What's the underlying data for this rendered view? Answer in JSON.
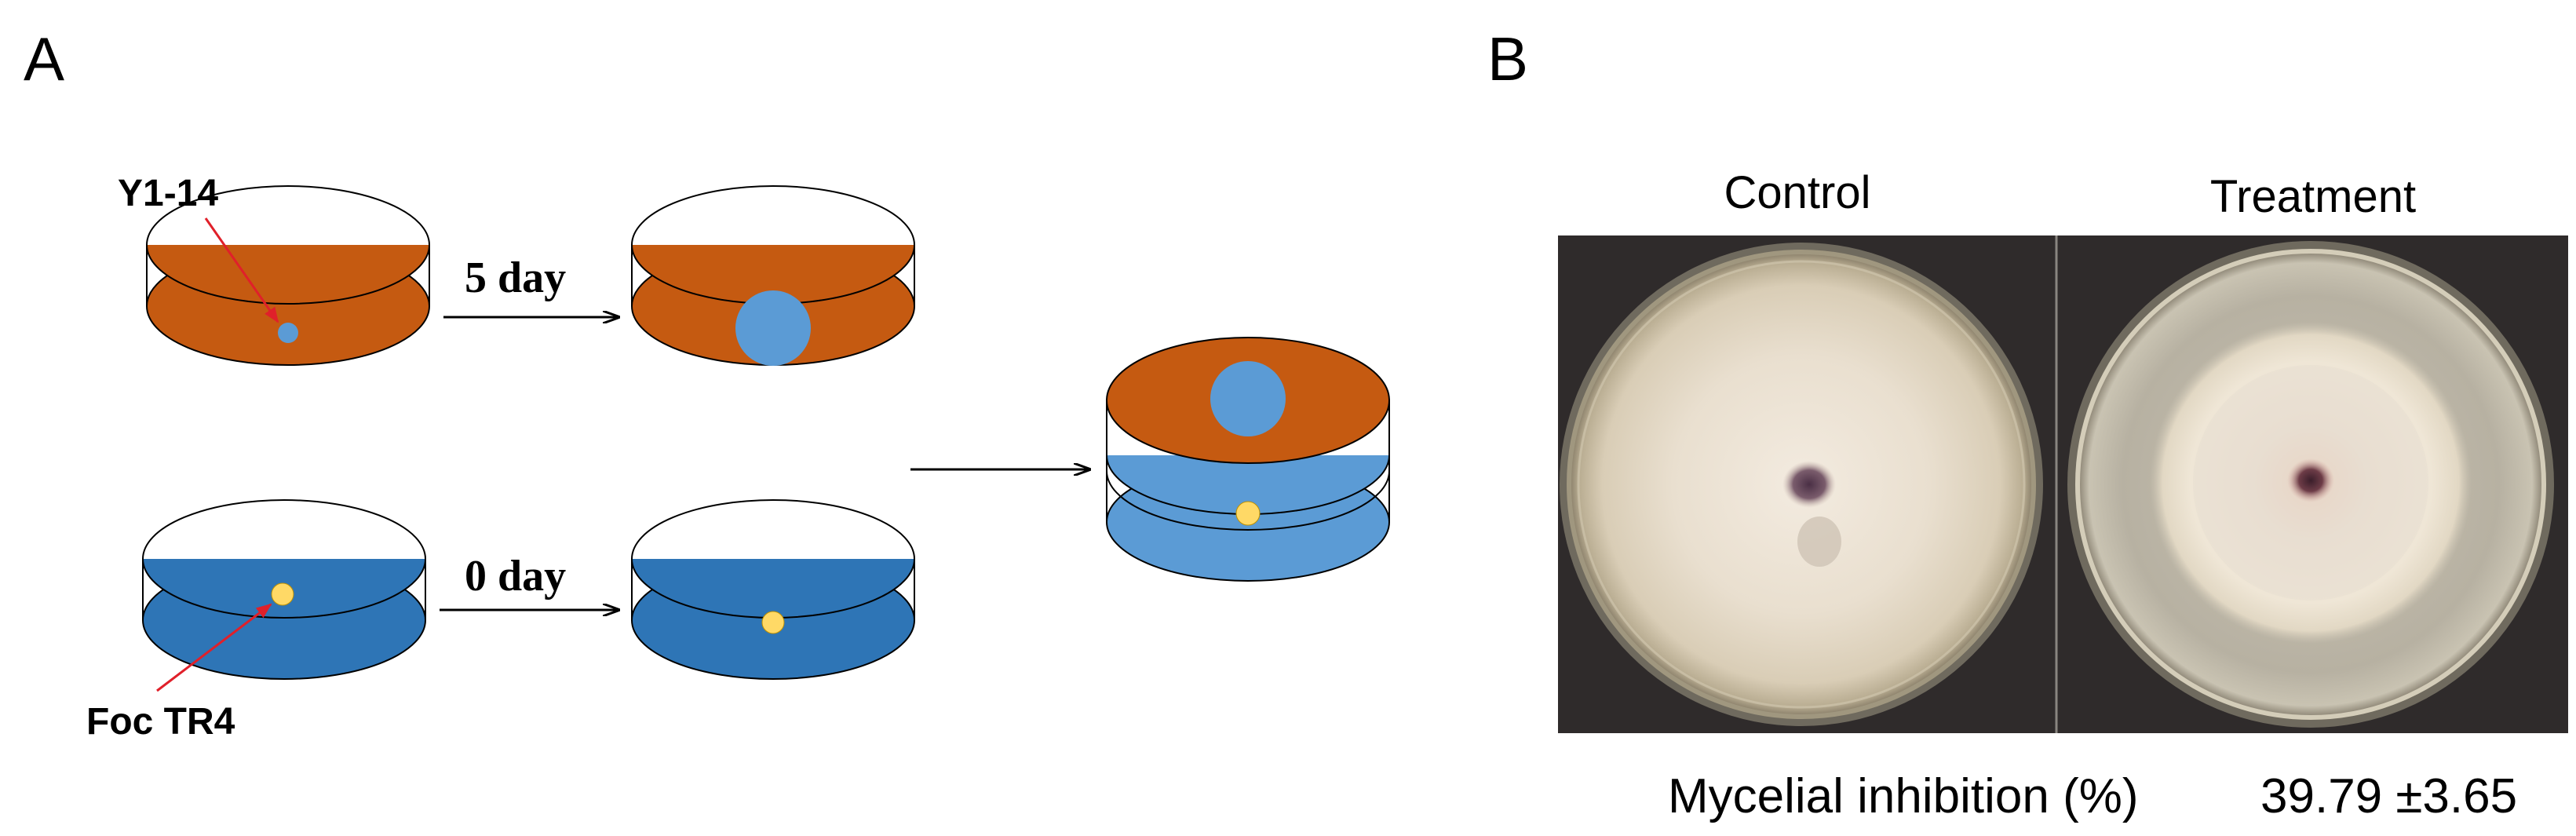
{
  "panel_a": {
    "label": "A",
    "y1_label": "Y1-14",
    "foc_label": "Foc TR4",
    "step_top_label": "5 day",
    "step_bottom_label": "0 day"
  },
  "panel_b": {
    "label": "B",
    "control_label": "Control",
    "treatment_label": "Treatment",
    "inhibition_label": "Mycelial inhibition (%)",
    "inhibition_value": "39.79 ±3.65"
  },
  "colors": {
    "orange_medium": "#c55a11",
    "blue_medium": "#2e75b6",
    "light_blue_medium": "#5b9bd5",
    "colony_blue": "#5b9bd5",
    "pathogen_yellow": "#ffd966",
    "arrow_red": "#e0202a",
    "photo_background": "#2f2b2b"
  }
}
